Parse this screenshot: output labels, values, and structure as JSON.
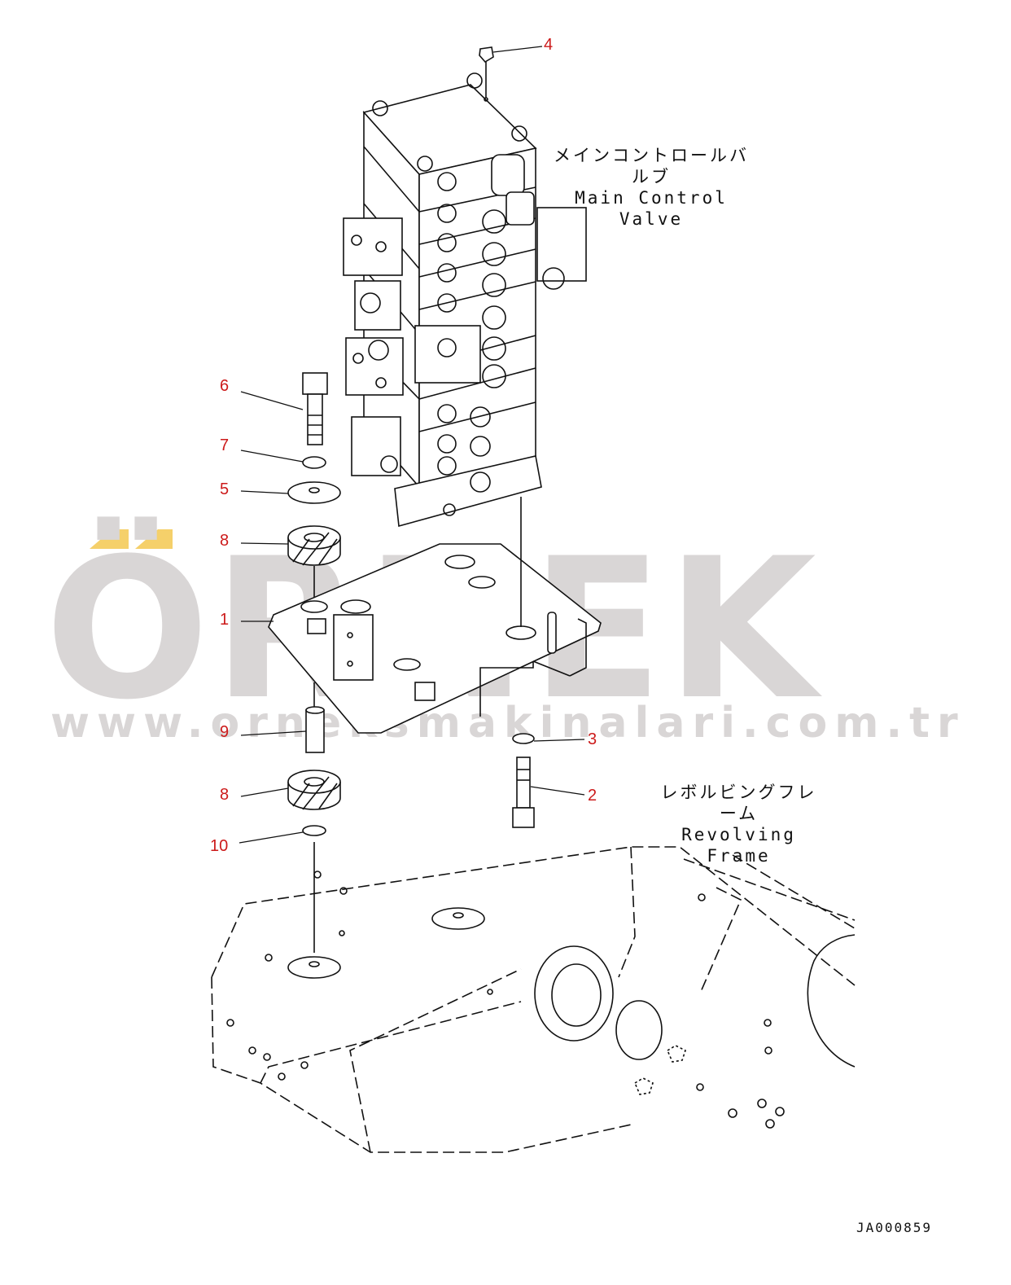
{
  "watermark": {
    "brand": "ÖRNEK",
    "url": "www.orneksmakinalari.com.tr",
    "accent_color": "#f5d06a",
    "text_color": "#d9d6d6"
  },
  "labels": {
    "main_control_valve_jp": "メインコントロールバルブ",
    "main_control_valve_en": "Main Control Valve",
    "revolving_frame_jp": "レボルビングフレーム",
    "revolving_frame_en": "Revolving Frame"
  },
  "callouts": [
    "4",
    "6",
    "7",
    "5",
    "8",
    "1",
    "9",
    "3",
    "8",
    "2",
    "10"
  ],
  "drawing_code": "JA000859",
  "colors": {
    "callout": "#cc1a1a",
    "line": "#111111"
  }
}
